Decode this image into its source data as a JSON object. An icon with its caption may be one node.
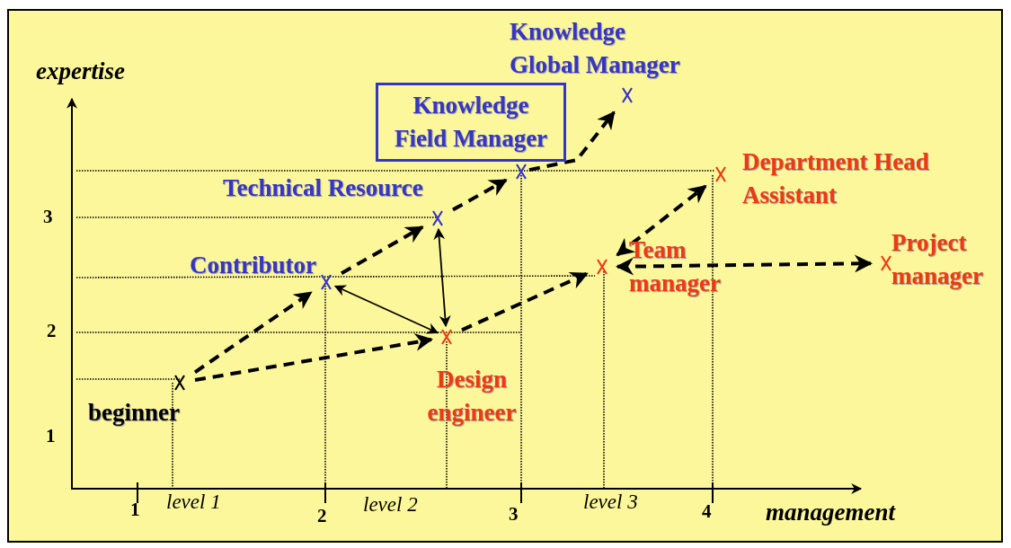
{
  "diagram": {
    "nodes": [
      {
        "text": [],
        "shape": "cross",
        "beside": [
          "beginner"
        ]
      },
      {
        "text": [],
        "shape": "cross",
        "beside": [
          "Contributor"
        ]
      },
      {
        "text": [],
        "shape": "cross",
        "beside": [
          "Technical Resource"
        ]
      },
      {
        "text": [
          "Knowledge Field Manager"
        ]
      },
      {
        "text": [],
        "shape": "cross"
      },
      {
        "text": [],
        "shape": "cross",
        "beside": [
          "Knowledge Global Manager"
        ]
      },
      {
        "text": [],
        "shape": "cross",
        "beside": [
          "Design engineer"
        ]
      },
      {
        "text": [],
        "shape": "cross",
        "beside": [
          "Team manager"
        ]
      },
      {
        "text": [],
        "shape": "cross",
        "beside": [
          "Department Head Assistant"
        ]
      },
      {
        "text": [],
        "shape": "cross",
        "beside": [
          "Project manager"
        ]
      }
    ],
    "edges": [
      {
        "from": 0,
        "to": 1,
        "arrow": "to",
        "style": "dashed"
      },
      {
        "from": 0,
        "to": 6,
        "arrow": "to",
        "style": "dashed"
      },
      {
        "from": 1,
        "to": 2,
        "arrow": "to",
        "style": "dashed"
      },
      {
        "from": 2,
        "to": 4,
        "arrow": "to",
        "style": "dashed"
      },
      {
        "from": 4,
        "to": 5,
        "arrow": "to",
        "style": "dashed"
      },
      {
        "from": 6,
        "to": 7,
        "arrow": "to",
        "style": "dashed"
      },
      {
        "from": 7,
        "to": 8,
        "arrow": "both",
        "style": "dashed"
      },
      {
        "from": 7,
        "to": 9,
        "arrow": "both",
        "style": "dashed"
      },
      {
        "from": 1,
        "to": 6,
        "arrow": "both"
      },
      {
        "from": 2,
        "to": 6,
        "arrow": "both"
      }
    ],
    "labels": [
      "expertise",
      "3",
      "2",
      "1",
      "1",
      "level 1",
      "2",
      "level 2",
      "3",
      "level 3",
      "4",
      "management"
    ]
  }
}
